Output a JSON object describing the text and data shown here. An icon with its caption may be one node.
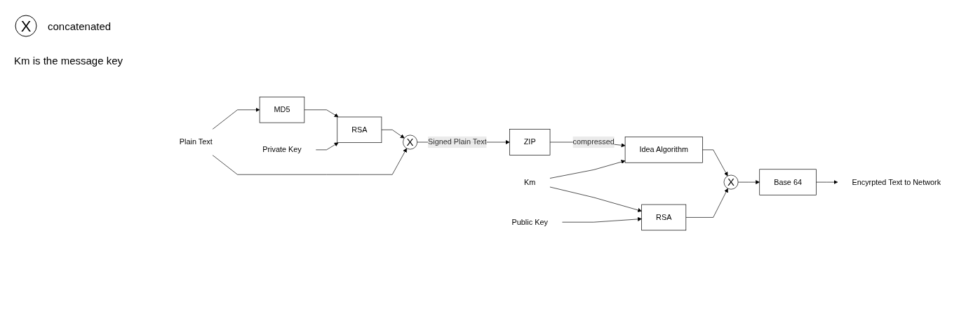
{
  "diagram": {
    "nodes": [
      {
        "text": [
          "Plain Text"
        ]
      },
      {
        "text": [
          "MD5"
        ]
      },
      {
        "text": [
          "RSA"
        ]
      },
      {
        "text": [
          "Private Key"
        ]
      },
      {
        "text": [
          "X"
        ]
      },
      {
        "text": [
          "ZIP"
        ]
      },
      {
        "text": [
          "Km"
        ]
      },
      {
        "text": [
          "Public Key"
        ]
      },
      {
        "text": [
          "Idea Algorithm"
        ]
      },
      {
        "text": [
          "RSA"
        ]
      },
      {
        "text": [
          "X"
        ]
      },
      {
        "text": [
          "Base 64"
        ]
      },
      {
        "text": [
          "Encyrpted Text to Network"
        ]
      }
    ],
    "edges": [
      {
        "from": 0,
        "to": 1,
        "arrow": "to"
      },
      {
        "from": 1,
        "to": 2,
        "arrow": "to"
      },
      {
        "from": 3,
        "to": 2,
        "arrow": "to"
      },
      {
        "from": 2,
        "to": 4,
        "arrow": "to"
      },
      {
        "from": 0,
        "to": 4,
        "arrow": "to"
      },
      {
        "from": 4,
        "to": 5,
        "label": "Signed Plain Text",
        "arrow": "to"
      },
      {
        "from": 5,
        "to": 8,
        "label": "compressed",
        "arrow": "to"
      },
      {
        "from": 6,
        "to": 8,
        "arrow": "to"
      },
      {
        "from": 6,
        "to": 9,
        "arrow": "to"
      },
      {
        "from": 7,
        "to": 9,
        "arrow": "to"
      },
      {
        "from": 9,
        "to": 10,
        "arrow": "to"
      },
      {
        "from": 8,
        "to": 10,
        "arrow": "to"
      },
      {
        "from": 10,
        "to": 11,
        "arrow": "to"
      },
      {
        "from": 11,
        "to": 12,
        "arrow": "to"
      }
    ],
    "labels": [
      "X",
      "Km is the message key"
    ],
    "legend": [
      {
        "text": "concatenated"
      }
    ]
  }
}
